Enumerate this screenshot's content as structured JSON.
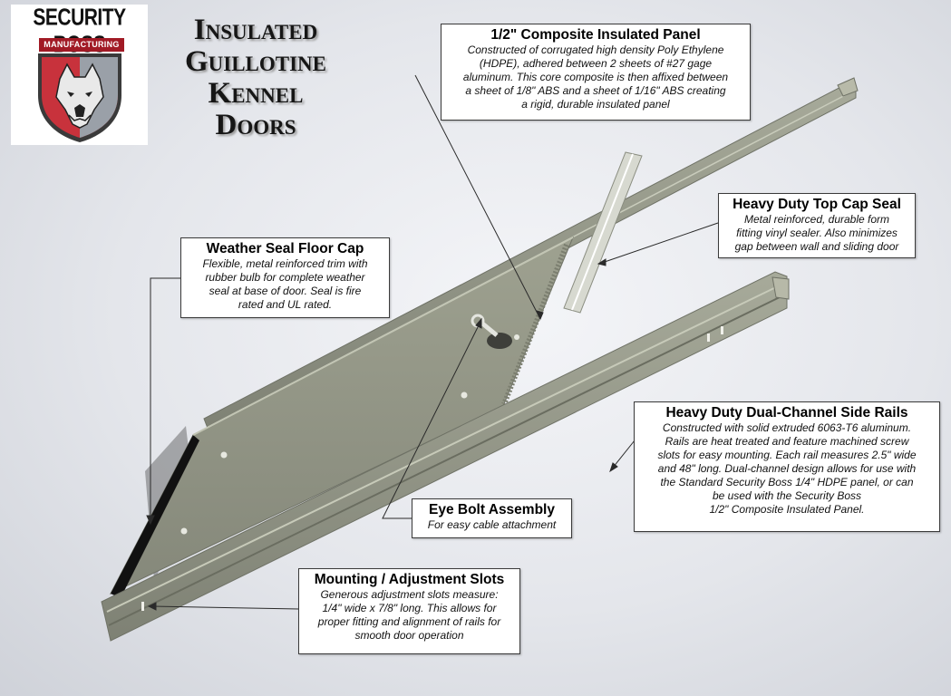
{
  "logo": {
    "brand_name": "SECURITY BOSS",
    "brand_sub": "MANUFACTURING",
    "icon": "wolf-shield-icon",
    "colors": {
      "red": "#a11a25",
      "gray": "#9aa0a8"
    }
  },
  "title": {
    "lines": [
      "Insulated",
      "Guillotine",
      "Kennel",
      "Doors"
    ]
  },
  "callouts": {
    "composite_panel": {
      "title": "1/2\" Composite Insulated Panel",
      "description": "Constructed of corrugated high density Poly Ethylene\n(HDPE), adhered between 2 sheets of #27 gage\naluminum.  This core composite is then affixed between\na sheet of 1/8\" ABS and a sheet of 1/16\" ABS creating\na rigid, durable insulated panel"
    },
    "top_cap_seal": {
      "title": "Heavy Duty Top Cap Seal",
      "description": "Metal reinforced, durable form\nfitting vinyl sealer.  Also minimizes\ngap between wall and sliding door"
    },
    "floor_cap": {
      "title": "Weather Seal Floor Cap",
      "description": "Flexible, metal reinforced trim with\nrubber bulb for complete weather\nseal at base of door.  Seal is fire\nrated and UL rated."
    },
    "side_rails": {
      "title": "Heavy Duty Dual-Channel Side Rails",
      "description": "Constructed with solid extruded 6063-T6 aluminum.\nRails are heat treated and feature machined screw\nslots for easy mounting.  Each rail measures 2.5\" wide\nand 48\" long.  Dual-channel design allows for use with\nthe Standard Security Boss 1/4\" HDPE panel, or can\nbe used with the Security Boss\n1/2\" Composite Insulated Panel."
    },
    "eye_bolt": {
      "title": "Eye Bolt Assembly",
      "description": "For easy cable attachment"
    },
    "mounting_slots": {
      "title": "Mounting / Adjustment Slots",
      "description": "Generous adjustment slots measure:\n1/4\" wide x 7/8\" long.  This allows for\nproper fitting and alignment of rails for\nsmooth door operation"
    }
  }
}
